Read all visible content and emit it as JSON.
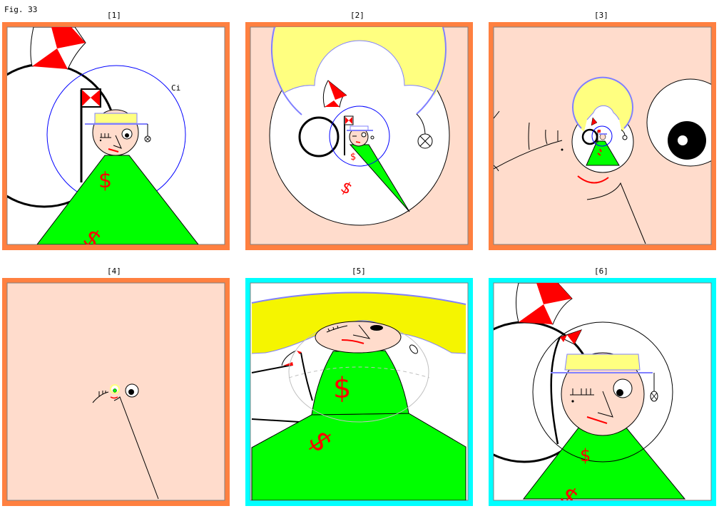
{
  "figure_label": "Fig. 33",
  "colors": {
    "frame_orange": "#ff8040",
    "frame_cyan": "#00ffff",
    "skin": "#ffdccc",
    "body_green": "#00ff00",
    "hat_yellow": "#ffff80",
    "outline_blue": "#8080ff",
    "circle_blue": "#0000ff",
    "accent_red": "#ff0000"
  },
  "panels": [
    {
      "label": "[1]",
      "frame": "orange",
      "annotation": "Ci",
      "symbol": "$"
    },
    {
      "label": "[2]",
      "frame": "orange",
      "symbol": "$"
    },
    {
      "label": "[3]",
      "frame": "orange"
    },
    {
      "label": "[4]",
      "frame": "orange"
    },
    {
      "label": "[5]",
      "frame": "cyan",
      "symbol": "$"
    },
    {
      "label": "[6]",
      "frame": "cyan",
      "symbol": "$"
    }
  ]
}
